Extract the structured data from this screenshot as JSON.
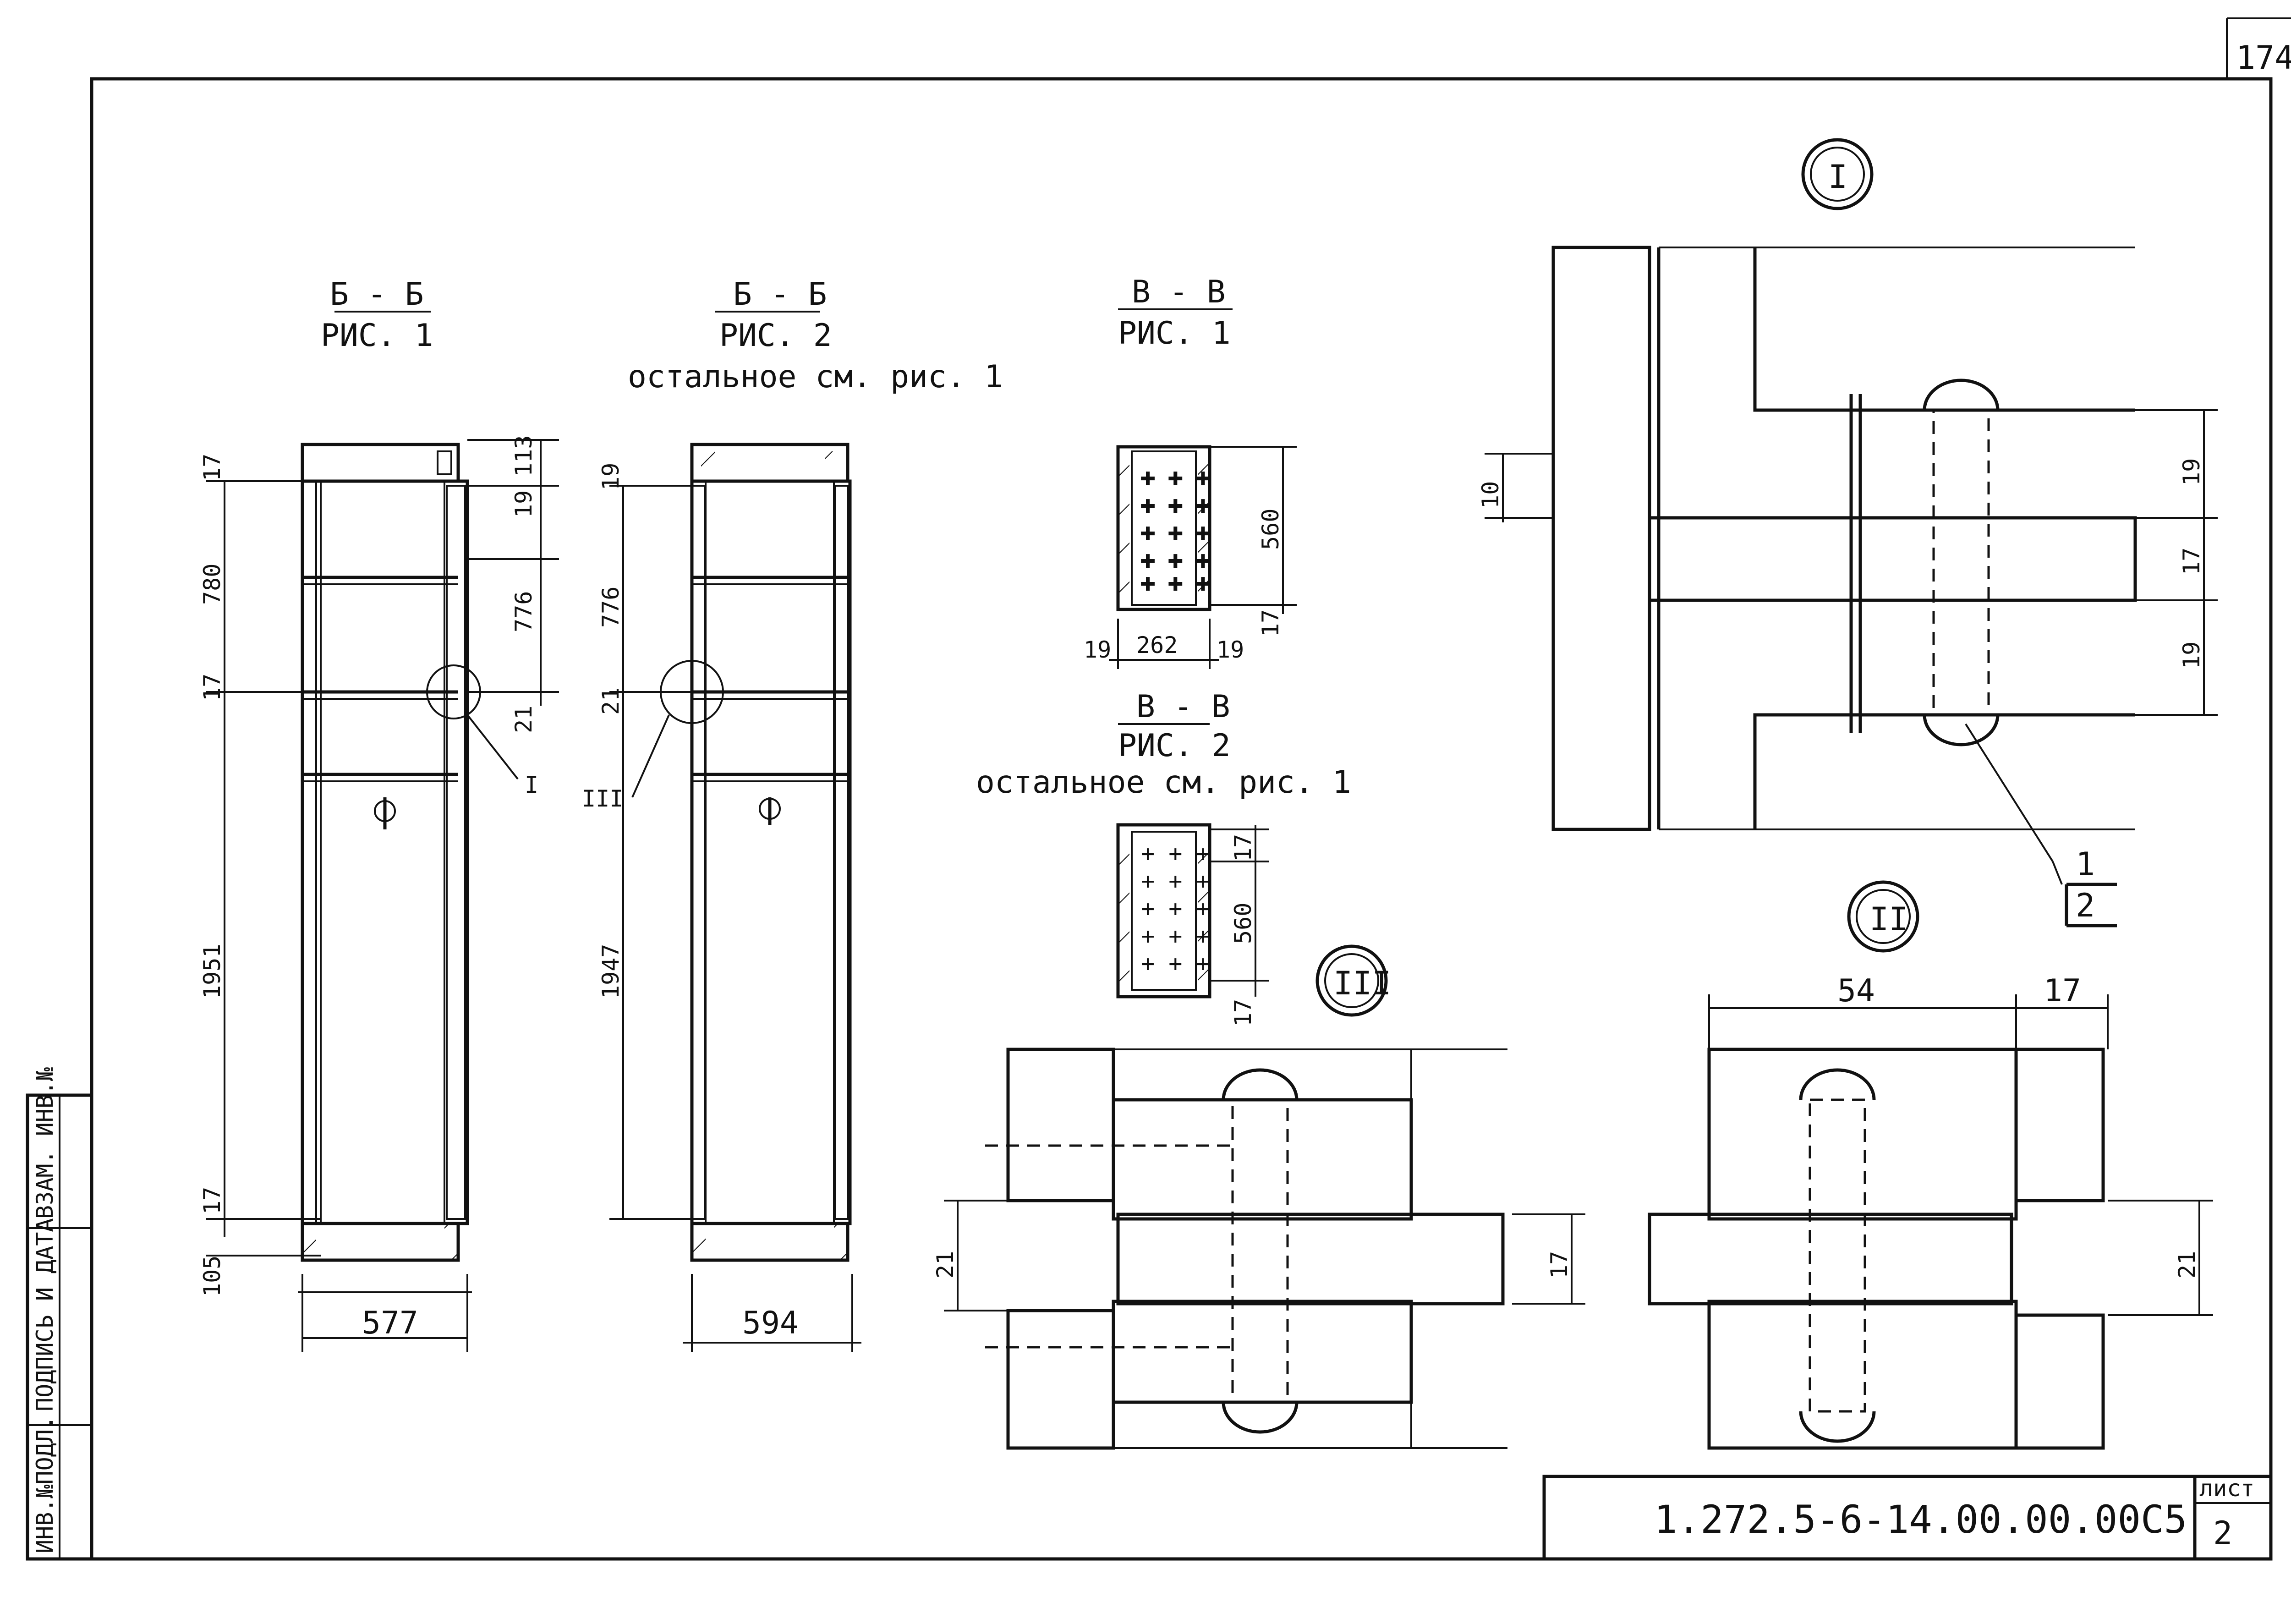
{
  "sheet": {
    "page_number": "174",
    "designation": "1.272.5-6-14.00.00.00С5",
    "sheet_label": "лист",
    "sheet_number": "2"
  },
  "side_stamp": {
    "col1": "ИНВ.№ПОДЛ.",
    "col2": "ПОДПИСЬ И ДАТА",
    "col3": "ВЗАМ. ИНВ.№"
  },
  "views": {
    "bb1": {
      "title": "Б - Б",
      "sub": "РИС. 1"
    },
    "bb2": {
      "title": "Б - Б",
      "sub": "РИС. 2",
      "note": "остальное см. рис. 1"
    },
    "vv1": {
      "title": "В - В",
      "sub": "РИС. 1"
    },
    "vv2": {
      "title": "В - В",
      "sub": "РИС. 2",
      "note": "остальное см. рис. 1"
    }
  },
  "callouts": {
    "detail1": "I",
    "detail2": "II",
    "detail3": "III",
    "ref_num": "1",
    "ref_den": "2"
  },
  "dimensions": {
    "bb1": {
      "d17a": "17",
      "d780": "780",
      "d17b": "17",
      "d1951": "1951",
      "d17c": "17",
      "d105": "105",
      "d113": "113",
      "d19": "19",
      "d776": "776",
      "d21": "21",
      "width": "577"
    },
    "bb2": {
      "d19": "19",
      "d776": "776",
      "d21": "21",
      "d1947": "1947",
      "width": "594"
    },
    "vv1": {
      "d560": "560",
      "d17": "17",
      "d19a": "19",
      "d262": "262",
      "d19b": "19"
    },
    "vv2": {
      "d17a": "17",
      "d560": "560",
      "d17b": "17"
    },
    "det1": {
      "d10": "10",
      "d19a": "19",
      "d17": "17",
      "d19b": "19"
    },
    "det2": {
      "d54": "54",
      "d17": "17",
      "d21": "21"
    },
    "det3": {
      "d21": "21",
      "d17": "17"
    }
  }
}
